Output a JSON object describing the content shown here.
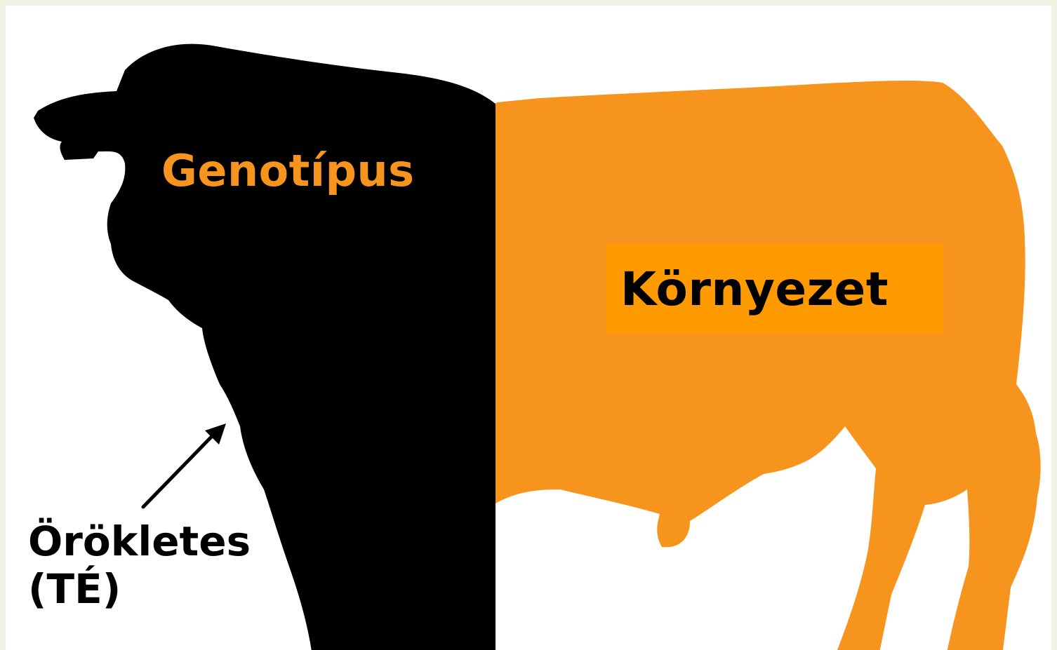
{
  "labels": {
    "genotype": "Genotípus",
    "environment": "Környezet",
    "heritable_line1": "Örökletes",
    "heritable_line2": "(TÉ)"
  },
  "colors": {
    "genotype_fill": "#000000",
    "environment_fill": "#f7941d",
    "environment_box": "#ff9a00",
    "genotype_text": "#f7941d",
    "environment_text": "#000000",
    "heritable_text": "#000000",
    "frame": "#eef3e6"
  },
  "icons": {
    "silhouette": "bull-silhouette-icon",
    "pointer": "arrow-icon"
  }
}
